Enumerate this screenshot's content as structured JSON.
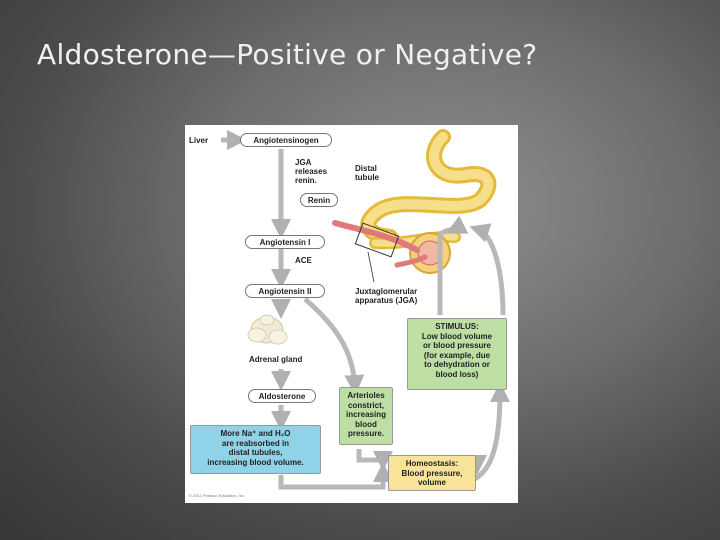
{
  "slide": {
    "title": "Aldosterone—Positive or Negative?"
  },
  "figure": {
    "liver": "Liver",
    "angiotensinogen": "Angiotensinogen",
    "jga_releases": [
      "JGA",
      "releases",
      "renin."
    ],
    "distal_tubule": [
      "Distal",
      "tubule"
    ],
    "renin": "Renin",
    "angiotensin_1": "Angiotensin I",
    "ace": "ACE",
    "angiotensin_2": "Angiotensin II",
    "jga_label": [
      "Juxtaglomerular",
      "apparatus (JGA)"
    ],
    "stimulus": [
      "STIMULUS:",
      "Low blood volume",
      "or blood pressure",
      "(for example, due",
      "to dehydration or",
      "blood loss)"
    ],
    "adrenal_gland": "Adrenal gland",
    "aldosterone": "Aldosterone",
    "arterioles": [
      "Arterioles",
      "constrict,",
      "increasing",
      "blood",
      "pressure."
    ],
    "reabsorption": [
      "More Na⁺ and H₂O",
      "are reabsorbed in",
      "distal tubules,",
      "increasing blood volume."
    ],
    "homeostasis": [
      "Homeostasis:",
      "Blood pressure,",
      "volume"
    ],
    "copyright": "© 2011 Pearson Education, Inc."
  },
  "colors": {
    "blue": "#8fd3e8",
    "green": "#bddfa4",
    "yellow": "#f7e39a",
    "arrow": "#b8b8b8"
  }
}
